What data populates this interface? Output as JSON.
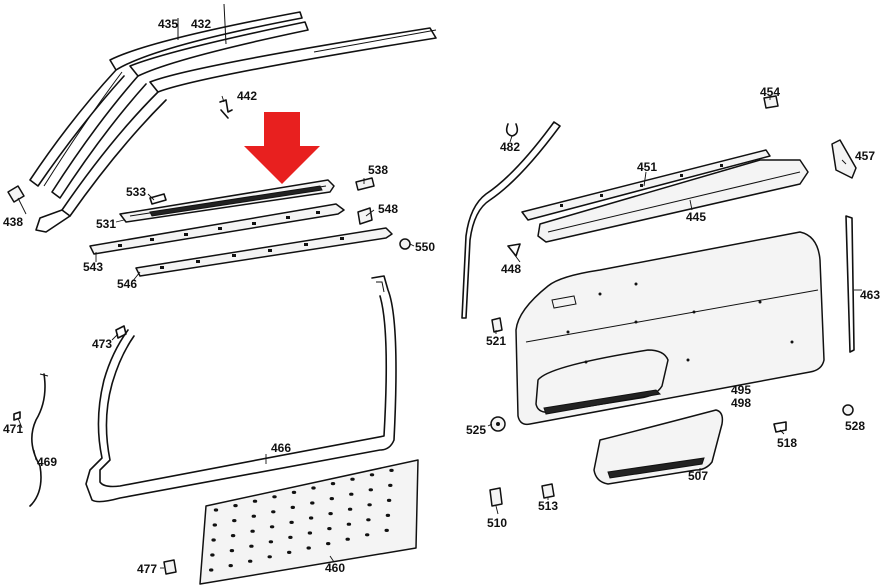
{
  "labels": {
    "p435": "435",
    "p432": "432",
    "p442": "442",
    "p438": "438",
    "p533": "533",
    "p531": "531",
    "p538": "538",
    "p548": "548",
    "p550": "550",
    "p543": "543",
    "p546": "546",
    "p473": "473",
    "p471": "471",
    "p469": "469",
    "p466": "466",
    "p460": "460",
    "p477": "477",
    "p482": "482",
    "p451": "451",
    "p445": "445",
    "p448": "448",
    "p521": "521",
    "p454": "454",
    "p457": "457",
    "p463": "463",
    "p495": "495",
    "p498": "498",
    "p528": "528",
    "p525": "525",
    "p518": "518",
    "p507": "507",
    "p510": "510",
    "p513": "513"
  },
  "colors": {
    "arrow": "#e8201f",
    "line": "#111111"
  },
  "highlight": {
    "icon": "arrow-down-icon",
    "target": "531"
  }
}
